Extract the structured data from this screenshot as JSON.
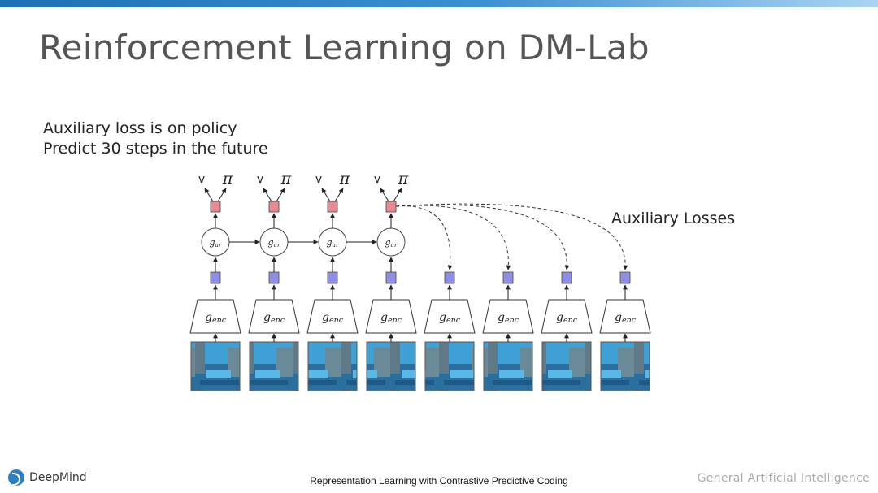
{
  "slide": {
    "title": "Reinforcement Learning on DM-Lab",
    "bullets": [
      "Auxiliary loss is on policy",
      "Predict 30 steps in the future"
    ],
    "aux_losses_label": "Auxiliary Losses"
  },
  "diagram": {
    "value_symbol": "v",
    "policy_symbol": "π",
    "gar_label": "g",
    "gar_subscript": "ar",
    "genc_label": "g",
    "genc_subscript": "enc",
    "timesteps_with_context": 4,
    "future_timesteps": 4
  },
  "footer": {
    "brand": "DeepMind",
    "center_text": "Representation Learning with Contrastive Predictive Coding",
    "right_text": "General Artificial Intelligence"
  },
  "colors": {
    "policy_head": "#e88b93",
    "latent": "#8f8fe8",
    "top_bar": "#2f7fc4",
    "frame_sky": "#3fa0d6",
    "frame_floor": "#2a6f9e"
  }
}
